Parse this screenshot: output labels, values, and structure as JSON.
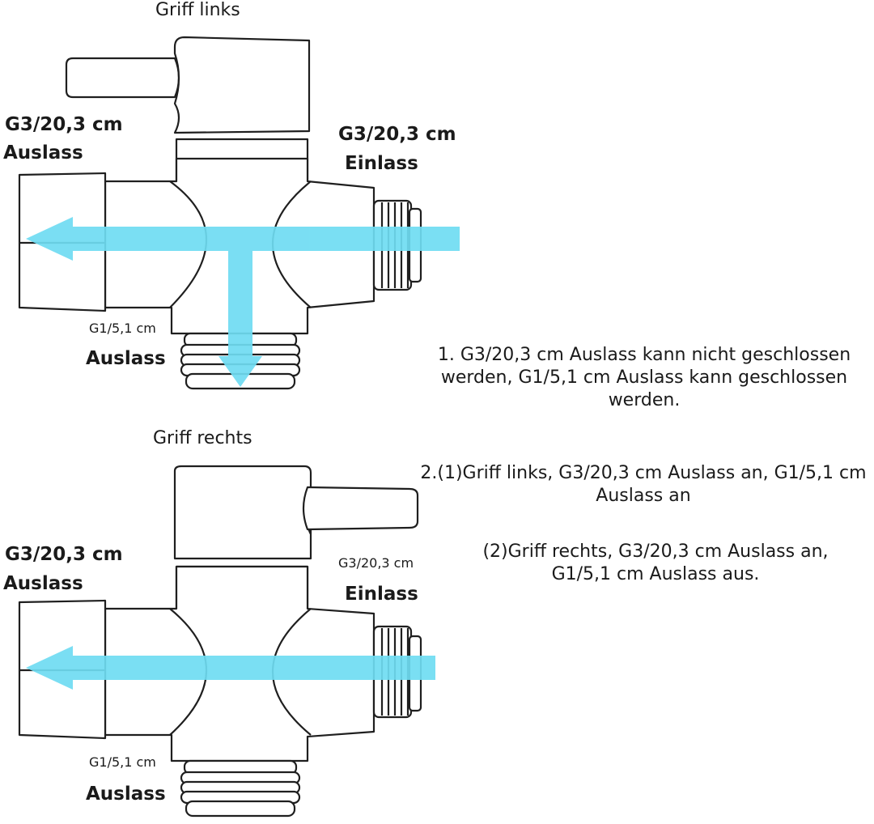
{
  "colors": {
    "flow_arrow": "#6fdcf2",
    "outline": "#1f1f1f",
    "background": "#ffffff"
  },
  "top_diagram": {
    "handle_label": "Griff links",
    "left_size": "G3/20,3 cm",
    "left_name": "Auslass",
    "right_size": "G3/20,3 cm",
    "right_name": "Einlass",
    "bottom_size": "G1/5,1 cm",
    "bottom_name": "Auslass"
  },
  "bottom_diagram": {
    "handle_label": "Griff rechts",
    "left_size": "G3/20,3 cm",
    "left_name": "Auslass",
    "right_size": "G3/20,3 cm",
    "right_name": "Einlass",
    "bottom_size": "G1/5,1 cm",
    "bottom_name": "Auslass"
  },
  "notes": {
    "note1": "1. G3/20,3 cm Auslass kann nicht geschlossen werden, G1/5,1 cm Auslass kann geschlossen werden.",
    "note2": "2.(1)Griff links, G3/20,3 cm Auslass an, G1/5,1 cm Auslass an",
    "note3": "(2)Griff rechts, G3/20,3 cm Auslass an, G1/5,1 cm Auslass aus."
  }
}
